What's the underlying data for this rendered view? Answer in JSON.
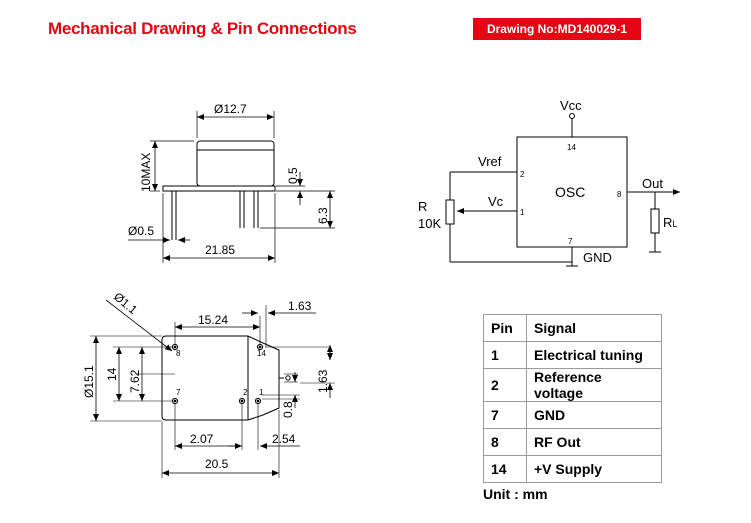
{
  "header": {
    "title": "Mechanical Drawing & Pin Connections",
    "drawing_no": "Drawing No:MD140029-1"
  },
  "side_view": {
    "width_label": "Ø12.7",
    "height_label": "10MAX",
    "standoff_label": "0.5",
    "pin_length_label": "6.3",
    "pin_dia_label": "Ø0.5",
    "base_label": "21.85"
  },
  "bottom_view": {
    "hole_label": "Ø1.1",
    "pin_spacing_label": "15.24",
    "edge_label": "1.63",
    "height_label": "Ø15.1",
    "row_label": "14",
    "half_row_label": "7.62",
    "right_label": "1.63",
    "offset_label": "0.8",
    "left_label": "2.07",
    "pin_gap_label": "2.54",
    "width_label": "20.5",
    "pin_numbers": [
      "8",
      "14",
      "7",
      "2",
      "1"
    ]
  },
  "schematic": {
    "vcc": "Vcc",
    "vref": "Vref",
    "vc": "Vc",
    "osc": "OSC",
    "out": "Out",
    "gnd": "GND",
    "r": "R",
    "r_value": "10K",
    "rl": "R",
    "rl_sub": "L",
    "pin_labels": [
      "14",
      "2",
      "1",
      "8",
      "7"
    ]
  },
  "pin_table": {
    "headers": [
      "Pin",
      "Signal"
    ],
    "rows": [
      {
        "pin": "1",
        "signal": "Electrical tuning"
      },
      {
        "pin": "2",
        "signal": "Reference voltage"
      },
      {
        "pin": "7",
        "signal": "GND"
      },
      {
        "pin": "8",
        "signal": "RF Out"
      },
      {
        "pin": "14",
        "signal": "+V Supply"
      }
    ]
  },
  "unit": "Unit : mm"
}
